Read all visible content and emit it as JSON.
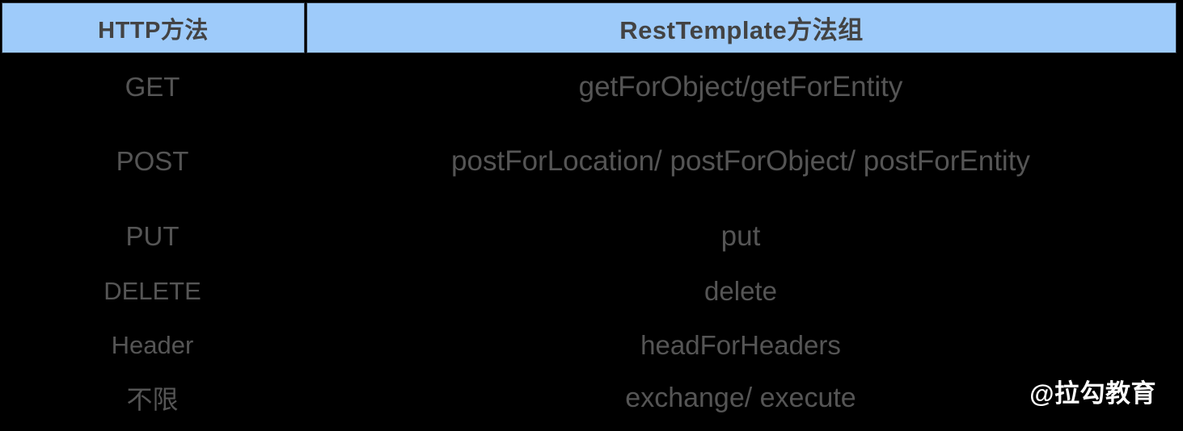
{
  "table": {
    "columns": [
      {
        "key": "method",
        "label": "HTTP方法"
      },
      {
        "key": "group",
        "label": "RestTemplate方法组"
      }
    ],
    "rows": [
      {
        "method": "GET",
        "group": "getForObject/getForEntity"
      },
      {
        "method": "POST",
        "group": "postForLocation/ postForObject/ postForEntity"
      },
      {
        "method": "PUT",
        "group": "put"
      },
      {
        "method": "DELETE",
        "group": "delete"
      },
      {
        "method": "Header",
        "group": "headForHeaders"
      },
      {
        "method": "不限",
        "group": "exchange/ execute"
      }
    ]
  },
  "watermark": {
    "text": "@拉勾教育"
  },
  "colors": {
    "background": "#000000",
    "header_fill": "#9ecbfa",
    "header_border": "#2b3440",
    "header_text": "#434343",
    "body_text": "#555555",
    "watermark_text": "#ffffff"
  }
}
